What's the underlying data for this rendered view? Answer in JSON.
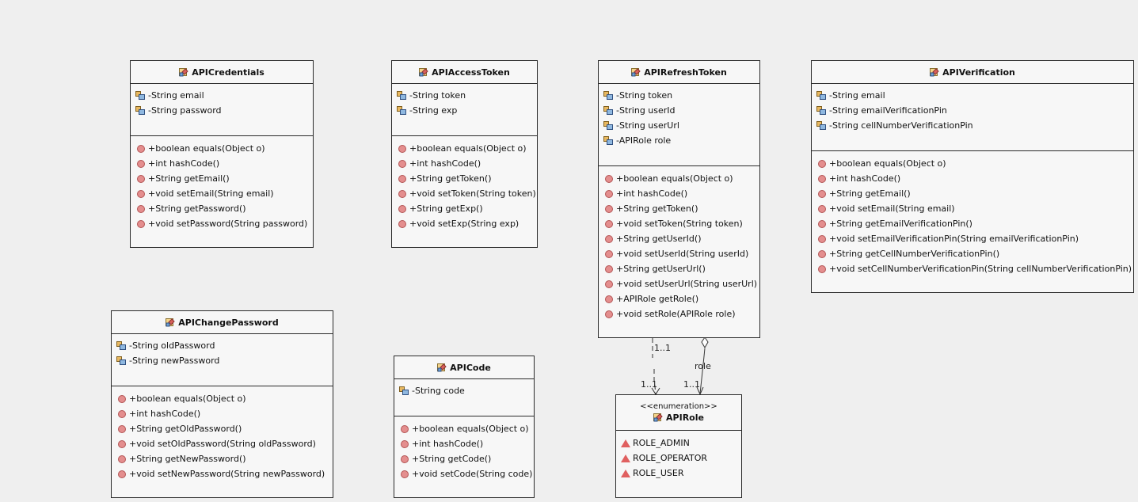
{
  "classes": {
    "credentials": {
      "name": "APICredentials",
      "attributes": [
        "-String email",
        "-String password"
      ],
      "methods": [
        "+boolean equals(Object o)",
        "+int hashCode()",
        "+String getEmail()",
        "+void setEmail(String email)",
        "+String getPassword()",
        "+void setPassword(String password)"
      ]
    },
    "access_token": {
      "name": "APIAccessToken",
      "attributes": [
        "-String token",
        "-String exp"
      ],
      "methods": [
        "+boolean equals(Object o)",
        "+int hashCode()",
        "+String getToken()",
        "+void setToken(String token)",
        "+String getExp()",
        "+void setExp(String exp)"
      ]
    },
    "refresh_token": {
      "name": "APIRefreshToken",
      "attributes": [
        "-String token",
        "-String userId",
        "-String userUrl",
        "-APIRole role"
      ],
      "methods": [
        "+boolean equals(Object o)",
        "+int hashCode()",
        "+String getToken()",
        "+void setToken(String token)",
        "+String getUserId()",
        "+void setUserId(String userId)",
        "+String getUserUrl()",
        "+void setUserUrl(String userUrl)",
        "+APIRole getRole()",
        "+void setRole(APIRole role)"
      ]
    },
    "verification": {
      "name": "APIVerification",
      "attributes": [
        "-String email",
        "-String emailVerificationPin",
        "-String cellNumberVerificationPin"
      ],
      "methods": [
        "+boolean equals(Object o)",
        "+int hashCode()",
        "+String getEmail()",
        "+void setEmail(String email)",
        "+String getEmailVerificationPin()",
        "+void setEmailVerificationPin(String emailVerificationPin)",
        "+String getCellNumberVerificationPin()",
        "+void setCellNumberVerificationPin(String cellNumberVerificationPin)"
      ]
    },
    "change_password": {
      "name": "APIChangePassword",
      "attributes": [
        "-String oldPassword",
        "-String newPassword"
      ],
      "methods": [
        "+boolean equals(Object o)",
        "+int hashCode()",
        "+String getOldPassword()",
        "+void setOldPassword(String oldPassword)",
        "+String getNewPassword()",
        "+void setNewPassword(String newPassword)"
      ]
    },
    "code": {
      "name": "APICode",
      "attributes": [
        "-String code"
      ],
      "methods": [
        "+boolean equals(Object o)",
        "+int hashCode()",
        "+String getCode()",
        "+void setCode(String code)"
      ]
    }
  },
  "enum_role": {
    "stereotype": "<<enumeration>>",
    "name": "APIRole",
    "literals": [
      "ROLE_ADMIN",
      "ROLE_OPERATOR",
      "ROLE_USER"
    ]
  },
  "associations": {
    "dependency": {
      "mult_source": "1..1",
      "mult_target": "1..1"
    },
    "aggregation": {
      "role": "role",
      "mult_target": "1..1"
    }
  }
}
